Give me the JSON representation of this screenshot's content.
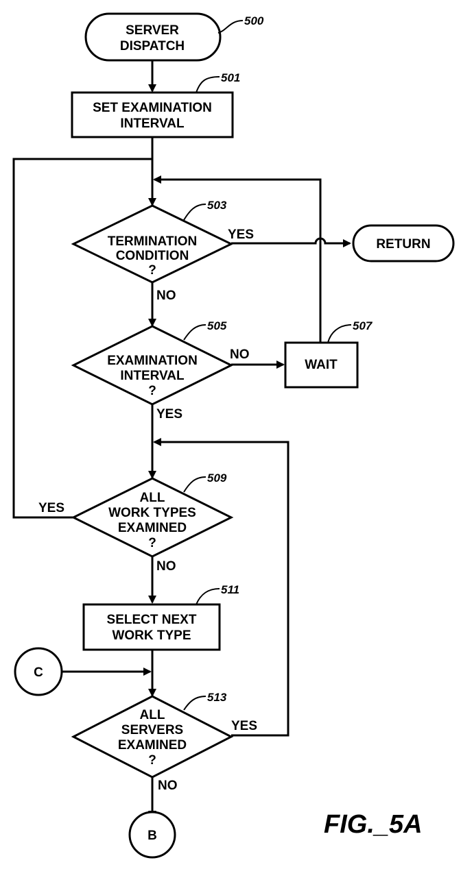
{
  "figure_label": "FIG._5A",
  "nodes": {
    "start": {
      "lines": [
        "SERVER",
        "DISPATCH"
      ],
      "ref": "500"
    },
    "set_interval": {
      "lines": [
        "SET EXAMINATION",
        "INTERVAL"
      ],
      "ref": "501"
    },
    "termination": {
      "lines": [
        "TERMINATION",
        "CONDITION",
        "?"
      ],
      "ref": "503"
    },
    "return": {
      "lines": [
        "RETURN"
      ]
    },
    "exam_interval": {
      "lines": [
        "EXAMINATION",
        "INTERVAL",
        "?"
      ],
      "ref": "505"
    },
    "wait": {
      "lines": [
        "WAIT"
      ],
      "ref": "507"
    },
    "all_work_types": {
      "lines": [
        "ALL",
        "WORK TYPES",
        "EXAMINED",
        "?"
      ],
      "ref": "509"
    },
    "select_next": {
      "lines": [
        "SELECT NEXT",
        "WORK TYPE"
      ],
      "ref": "511"
    },
    "connector_c": {
      "lines": [
        "C"
      ]
    },
    "all_servers": {
      "lines": [
        "ALL",
        "SERVERS",
        "EXAMINED",
        "?"
      ],
      "ref": "513"
    },
    "connector_b": {
      "lines": [
        "B"
      ]
    }
  },
  "edge_labels": {
    "termination_yes": "YES",
    "termination_no": "NO",
    "exam_interval_no": "NO",
    "exam_interval_yes": "YES",
    "work_types_yes": "YES",
    "work_types_no": "NO",
    "servers_yes": "YES",
    "servers_no": "NO"
  }
}
